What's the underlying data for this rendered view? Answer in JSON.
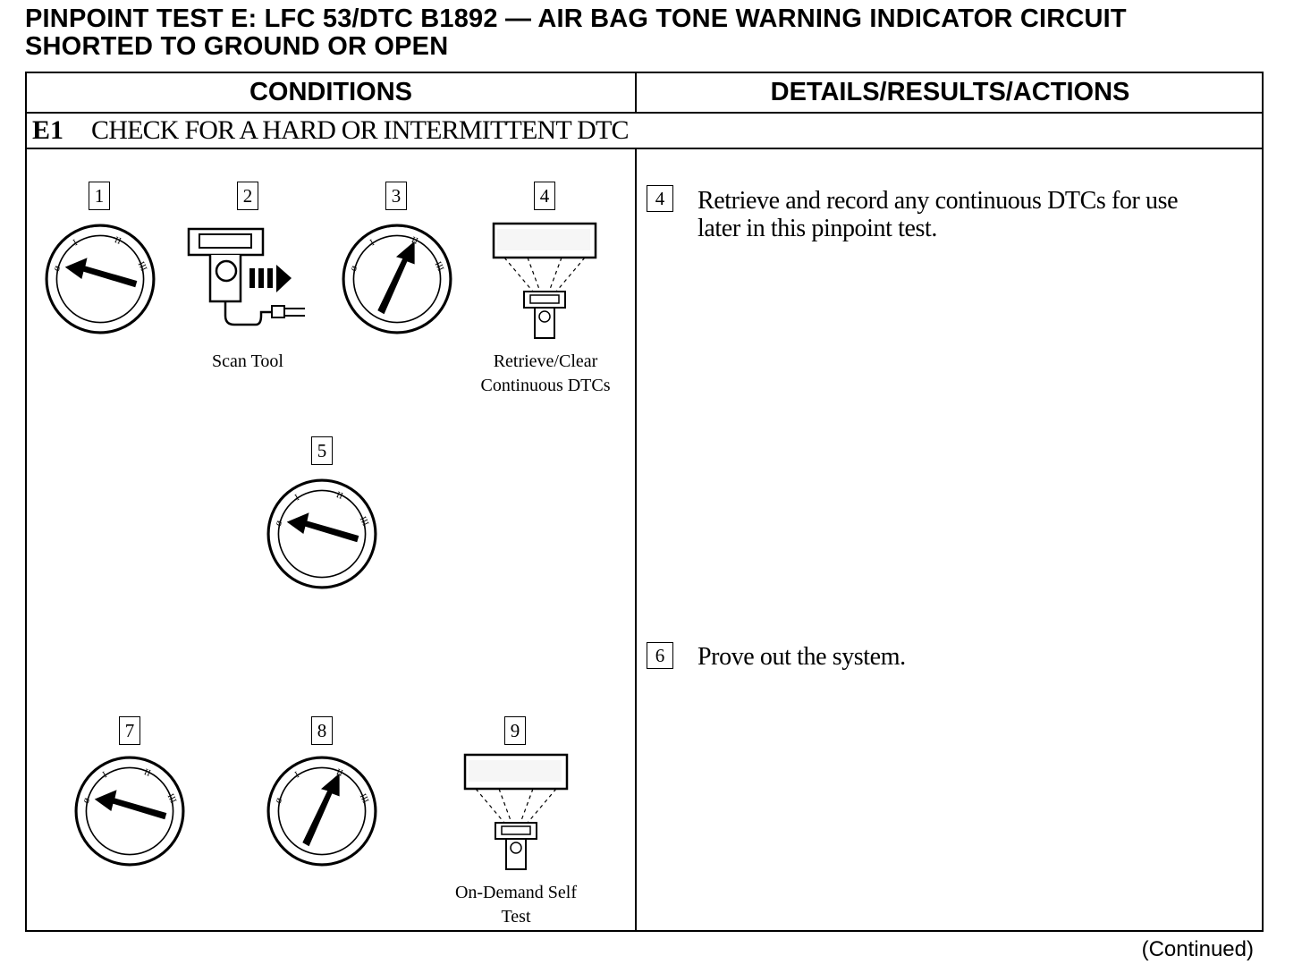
{
  "header": {
    "title_line1": "PINPOINT TEST E: LFC 53/DTC B1892 — AIR BAG TONE WARNING INDICATOR CIRCUIT",
    "title_line2": "SHORTED TO GROUND OR OPEN"
  },
  "table": {
    "col_conditions": "CONDITIONS",
    "col_details": "DETAILS/RESULTS/ACTIONS"
  },
  "step": {
    "id": "E1",
    "title": "CHECK FOR A HARD OR INTERMITTENT DTC"
  },
  "illustrations": [
    {
      "num": "1",
      "icon": "ignition-switch-off-icon",
      "caption": ""
    },
    {
      "num": "2",
      "icon": "scan-tool-connect-icon",
      "caption": "Scan Tool"
    },
    {
      "num": "3",
      "icon": "ignition-switch-run-icon",
      "caption": ""
    },
    {
      "num": "4",
      "icon": "scan-tool-display-icon",
      "caption": "Retrieve/Clear Continuous DTCs"
    },
    {
      "num": "5",
      "icon": "ignition-switch-off-icon",
      "caption": ""
    },
    {
      "num": "7",
      "icon": "ignition-switch-off-icon",
      "caption": ""
    },
    {
      "num": "8",
      "icon": "ignition-switch-run-icon",
      "caption": ""
    },
    {
      "num": "9",
      "icon": "scan-tool-display-icon",
      "caption": "On-Demand Self Test"
    }
  ],
  "ignition_labels": {
    "off": "0",
    "acc": "I",
    "run": "II",
    "start": "III"
  },
  "captions": {
    "scan_tool": "Scan Tool",
    "retrieve_line1": "Retrieve/Clear",
    "retrieve_line2": "Continuous DTCs",
    "ondemand_line1": "On-Demand Self",
    "ondemand_line2": "Test"
  },
  "actions": [
    {
      "num": "4",
      "line1": "Retrieve and record any continuous DTCs for use",
      "line2": "later in this pinpoint test."
    },
    {
      "num": "6",
      "line1": "Prove out the system.",
      "line2": ""
    }
  ],
  "footer": {
    "continued": "(Continued)"
  }
}
